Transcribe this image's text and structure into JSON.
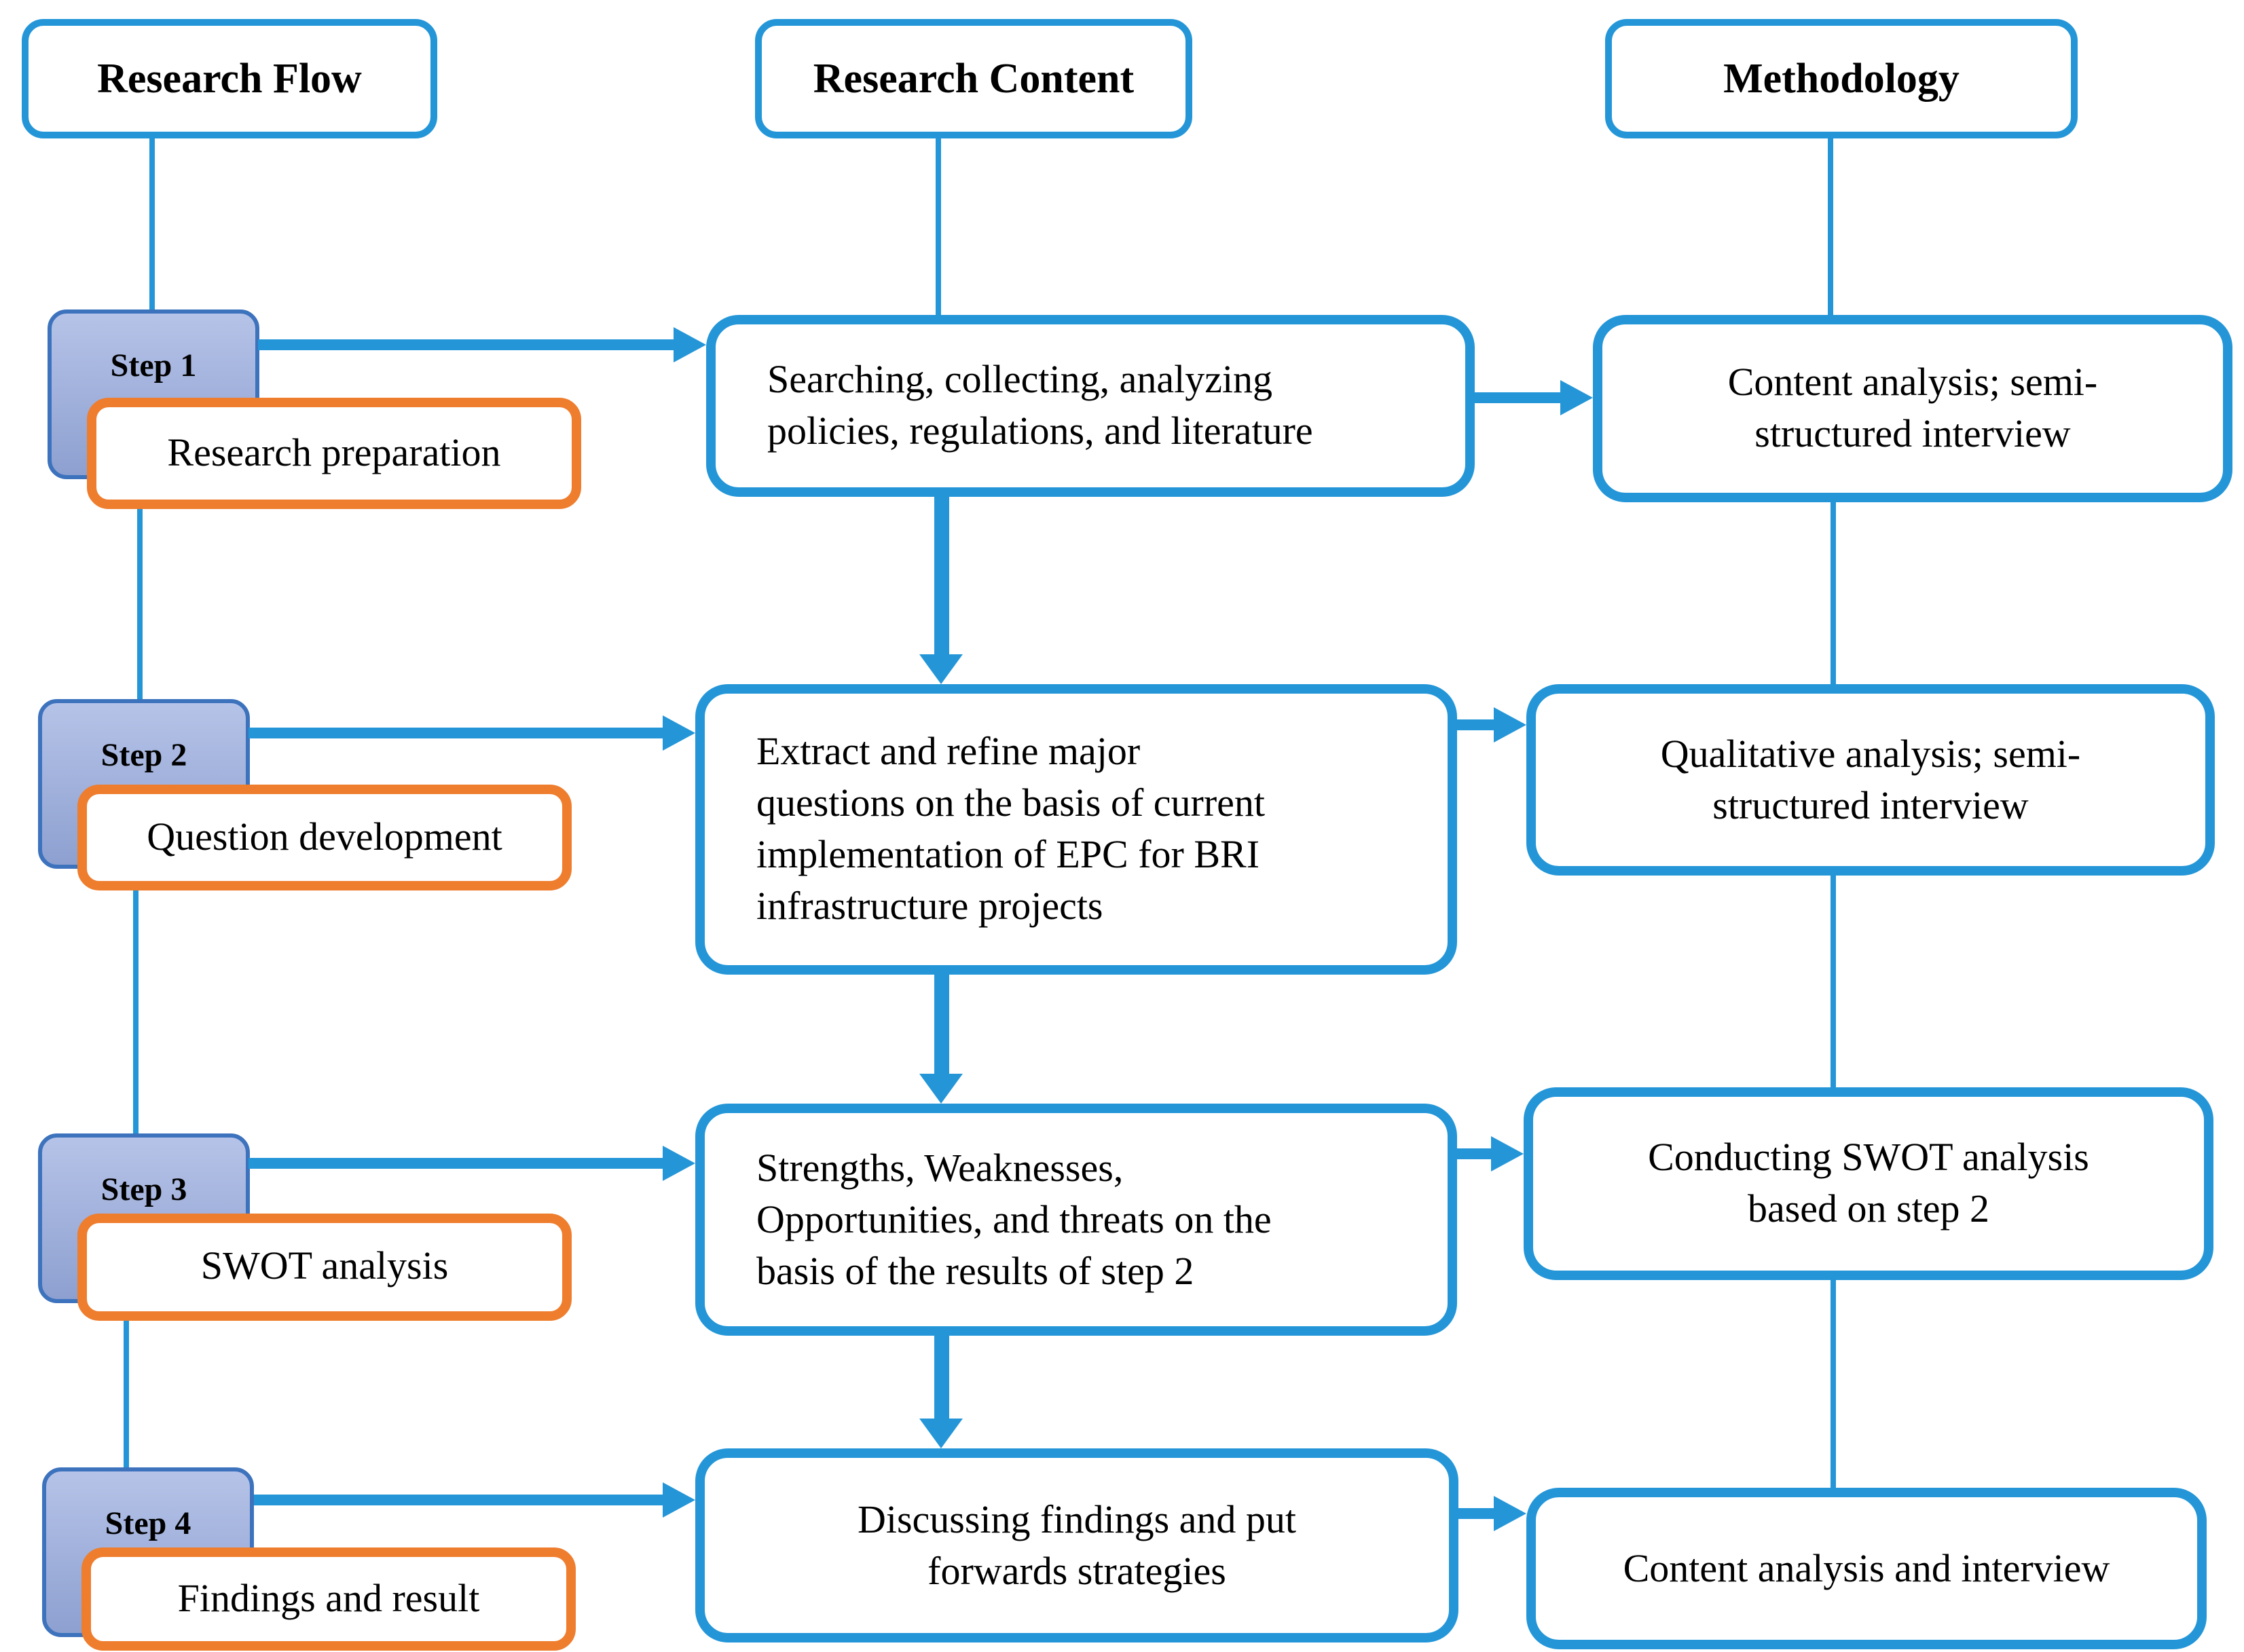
{
  "figure": {
    "type": "flowchart-diagram",
    "rows": 4,
    "columns_count": 3
  },
  "columns": [
    {
      "header": "Research Flow"
    },
    {
      "header": "Research Content"
    },
    {
      "header": "Methodology"
    }
  ],
  "steps": [
    {
      "label": "Step 1",
      "name": "Research preparation",
      "content": "Searching, collecting, analyzing\npolicies, regulations, and literature",
      "methodology": "Content analysis; semi-\nstructured interview"
    },
    {
      "label": "Step 2",
      "name": "Question development",
      "content": "Extract and refine major\nquestions on the basis of current\nimplementation of EPC for BRI\ninfrastructure projects",
      "methodology": "Qualitative analysis; semi-\nstructured interview"
    },
    {
      "label": "Step 3",
      "name": "SWOT analysis",
      "content": "Strengths, Weaknesses,\nOpportunities, and threats on the\nbasis of the results of step 2",
      "methodology": "Conducting SWOT analysis\nbased on step 2"
    },
    {
      "label": "Step 4",
      "name": "Findings and result",
      "content": "Discussing findings and put\nforwards strategies",
      "methodology": "Content analysis and interview"
    }
  ],
  "colors": {
    "accent_blue": "#2496D8",
    "accent_orange": "#EE7D2E",
    "step_fill_top": "#B6C3E8",
    "step_fill_bottom": "#8DA0D0",
    "step_border": "#3D72BD",
    "text": "#000000",
    "background": "#FFFFFF"
  }
}
